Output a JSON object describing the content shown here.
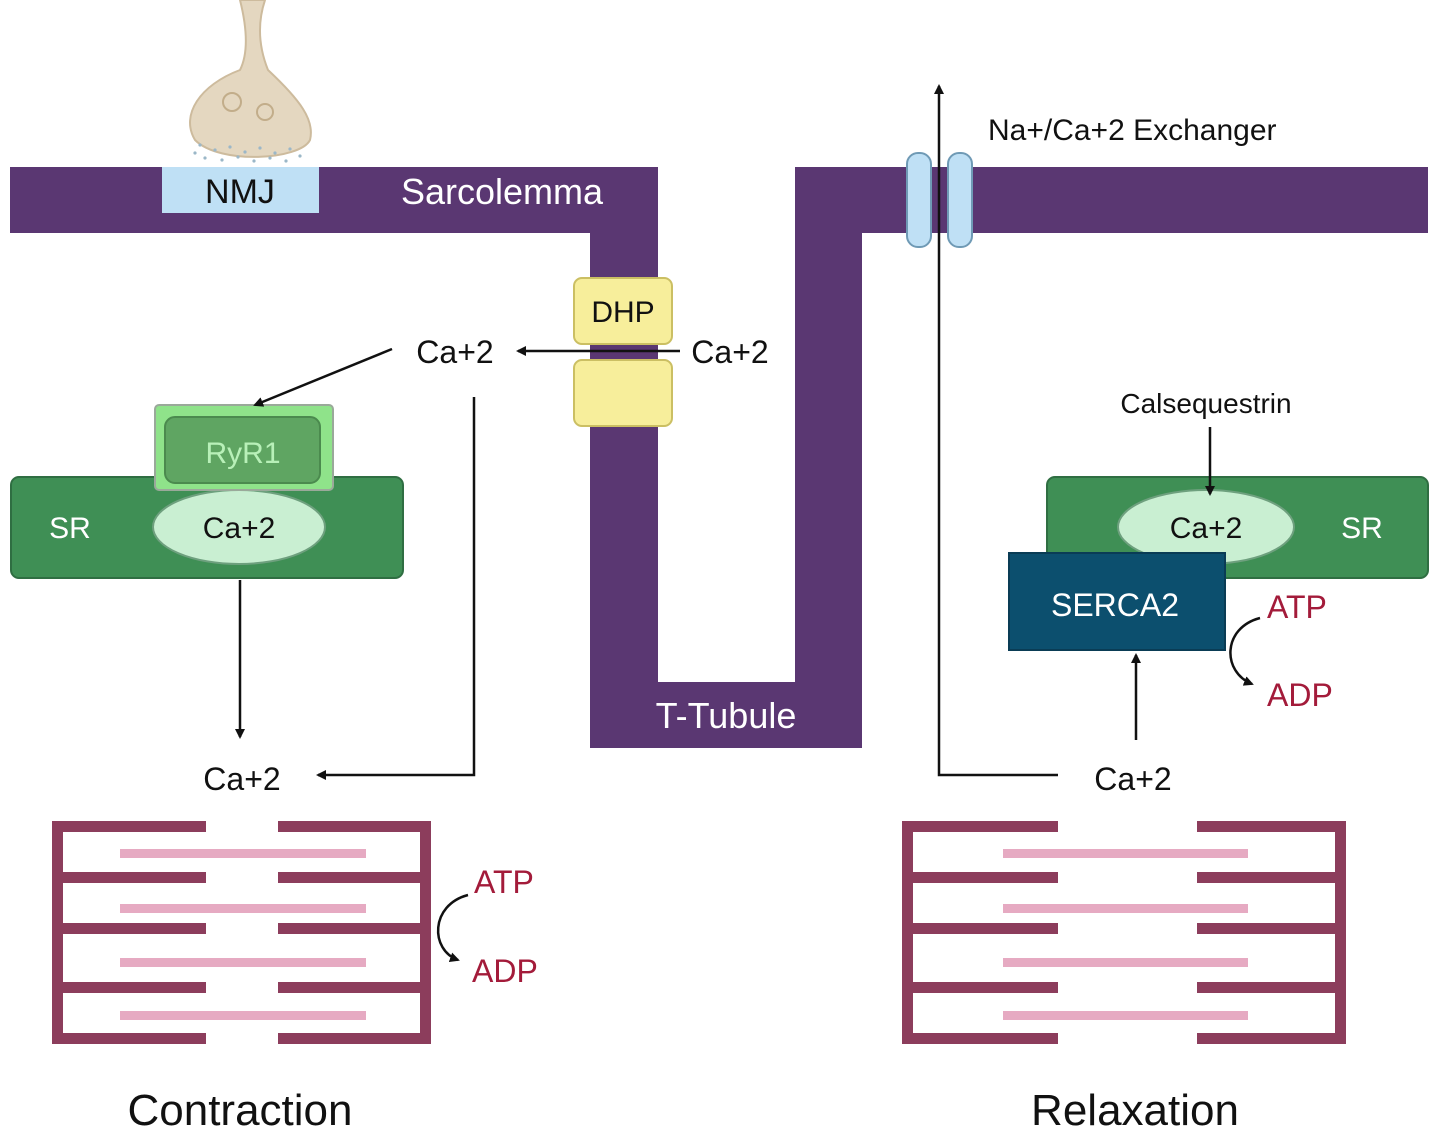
{
  "labels": {
    "nmj": "NMJ",
    "sarcolemma": "Sarcolemma",
    "t_tubule": "T-Tubule",
    "dhp": "DHP",
    "exchanger": "Na+/Ca+2 Exchanger",
    "ryr1": "RyR1",
    "sr_left": "SR",
    "sr_right": "SR",
    "calsequestrin": "Calsequestrin",
    "serca2": "SERCA2",
    "ca_outside": "Ca+2",
    "ca_cytosol_left": "Ca+2",
    "ca_sr_left": "Ca+2",
    "ca_myofil_left": "Ca+2",
    "ca_sr_right": "Ca+2",
    "ca_cytosol_right": "Ca+2",
    "atp_contraction": "ATP",
    "adp_contraction": "ADP",
    "atp_relaxation": "ATP",
    "adp_relaxation": "ADP",
    "contraction": "Contraction",
    "relaxation": "Relaxation"
  },
  "colors": {
    "membrane": "#5a3772",
    "nmj_patch": "#bfe0f5",
    "dhp": "#f7ee9b",
    "sr": "#3f8f55",
    "ryr1": "#7ac77a",
    "ca_ellipse": "#c9efd2",
    "serca2": "#0c4f6e",
    "sarcomere": "#8c3d5c",
    "thin_filament": "#e6aac2",
    "atp_text": "#a31b3a",
    "channel": "#bfe0f5",
    "nerve": "#e4d7c0"
  }
}
